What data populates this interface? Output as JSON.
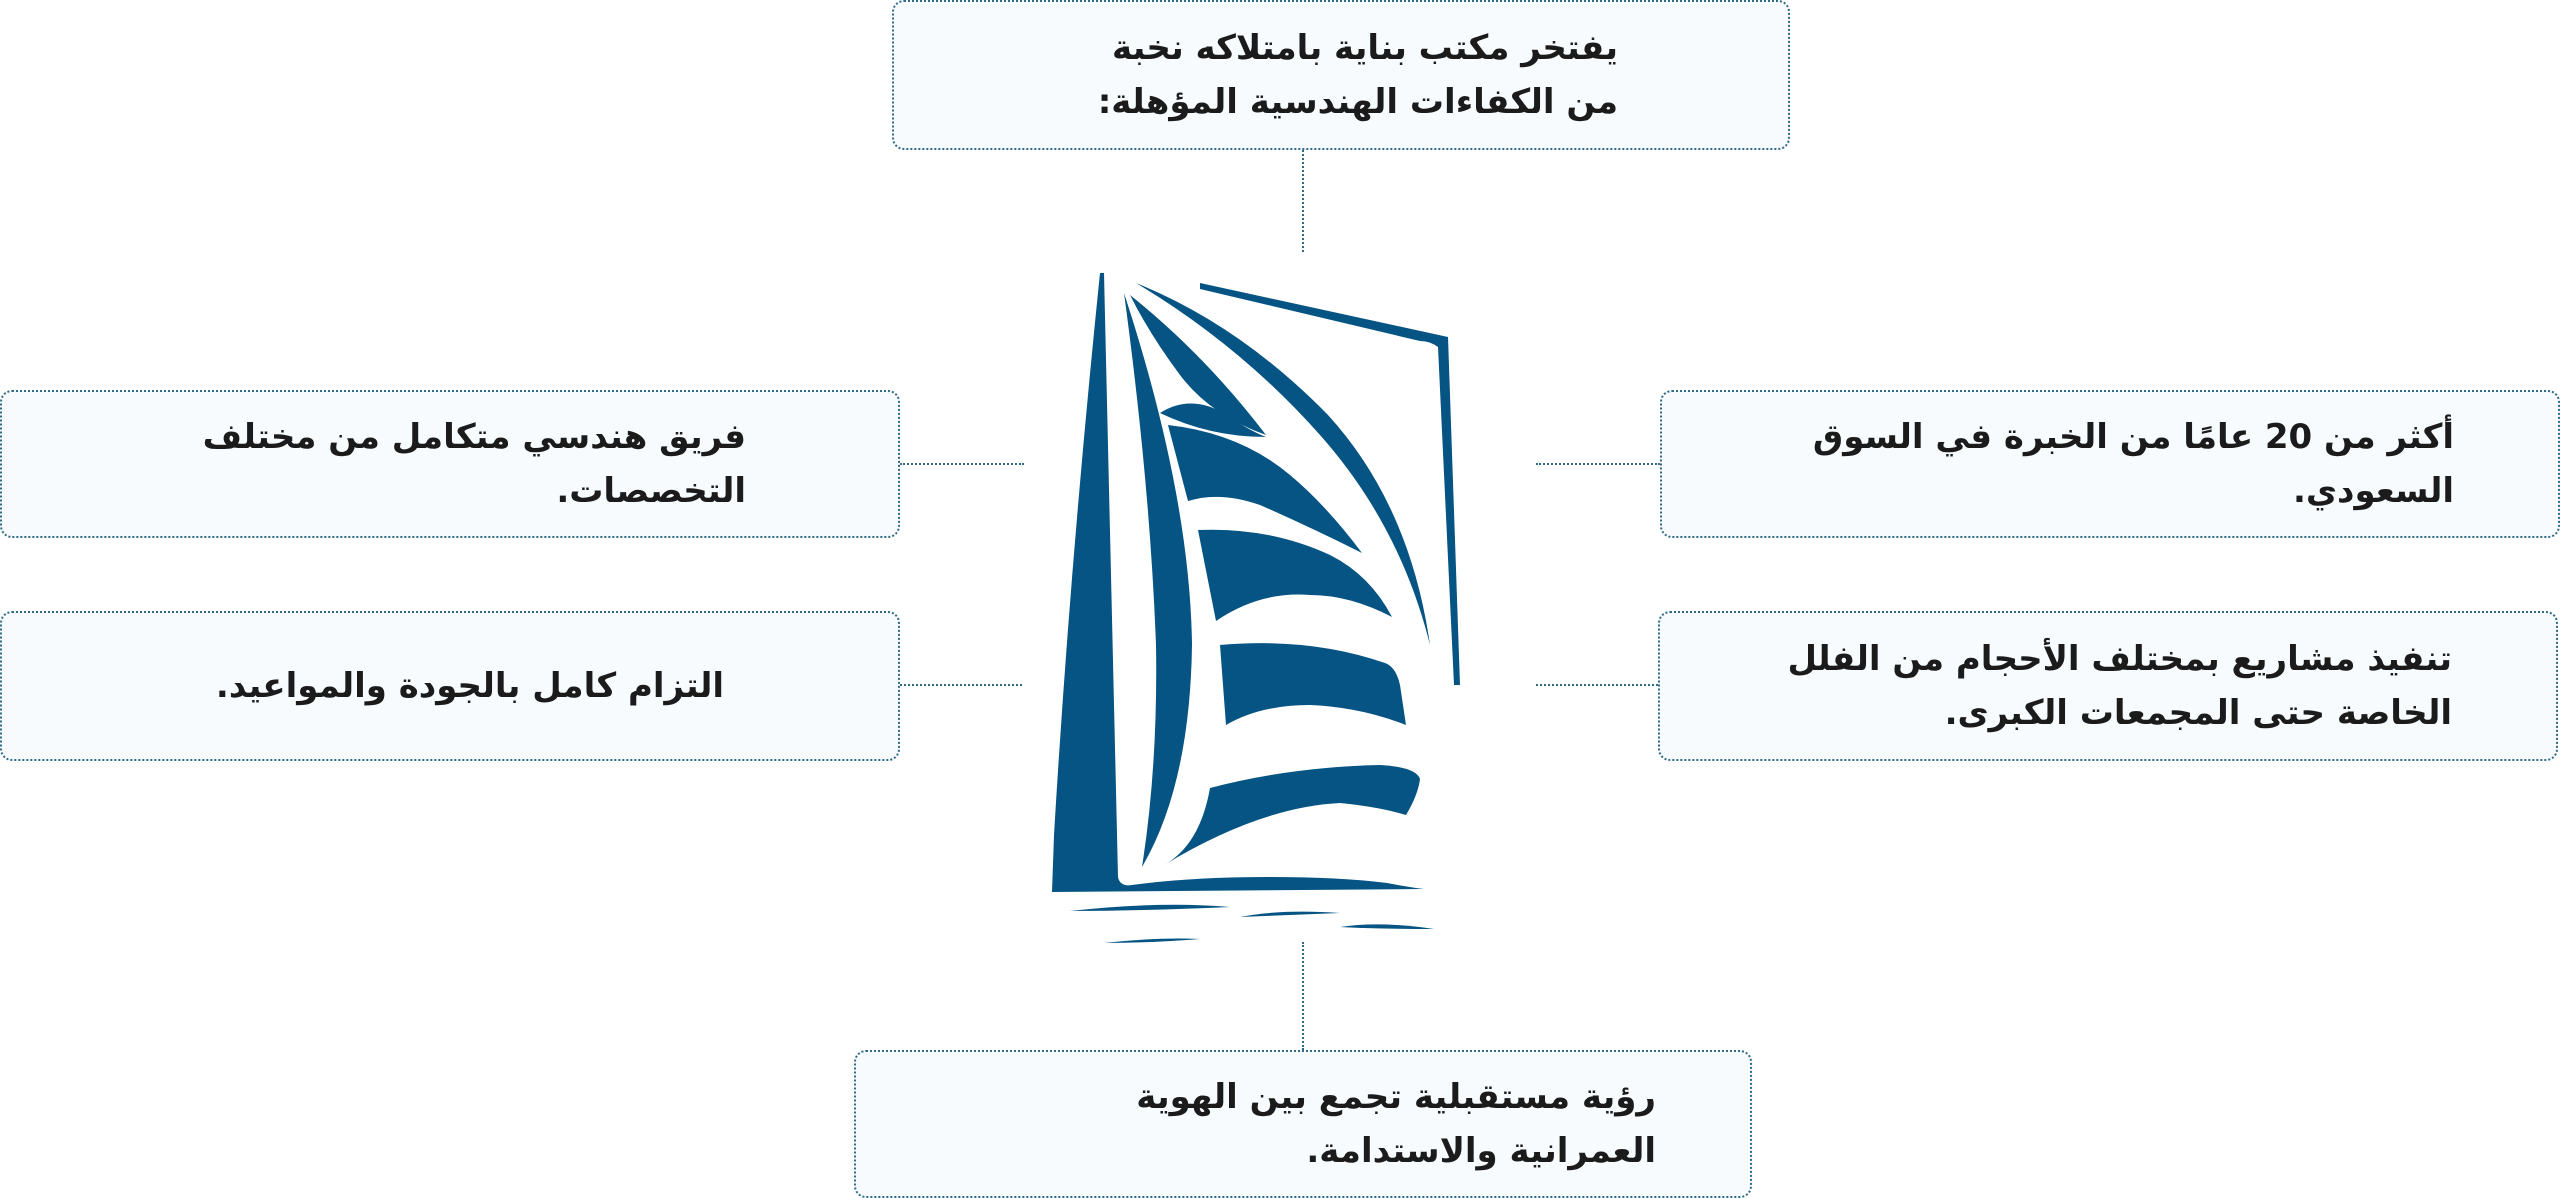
{
  "diagram": {
    "top_box": {
      "text": "يفتخر مكتب بناية بامتلاكه نخبة من الكفاءات الهندسية المؤهلة:"
    },
    "right_top_box": {
      "text": "أكثر من 20 عامًا من الخبرة في السوق السعودي."
    },
    "right_bottom_box": {
      "text": "تنفيذ مشاريع بمختلف الأحجام من الفلل الخاصة حتى المجمعات الكبرى."
    },
    "left_top_box": {
      "text": "فريق هندسي متكامل من مختلف التخصصات."
    },
    "left_bottom_box": {
      "text": "التزام كامل بالجودة والمواعيد."
    },
    "bottom_box": {
      "text": "رؤية مستقبلية تجمع بين الهوية العمرانية والاستدامة."
    },
    "logo": {
      "icon": "sailboat-logo-icon",
      "color": "#055483"
    },
    "colors": {
      "border": "#2f6a87",
      "box_fill": "#f7fbfd",
      "text": "#1b1b1b"
    }
  }
}
